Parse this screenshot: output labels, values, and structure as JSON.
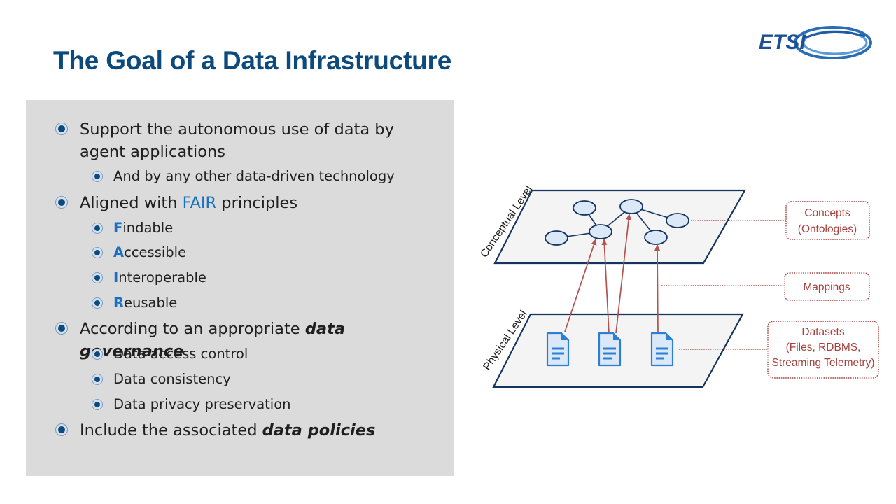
{
  "slide": {
    "title": "The Goal of a Data Infrastructure",
    "logo_text": "ETSI"
  },
  "bullets": {
    "b1_text": "Support the autonomous use of data by agent applications",
    "b1_sub1": "And by any other data-driven technology",
    "b2_before": "Aligned with ",
    "b2_highlight": "FAIR",
    "b2_after": " principles",
    "fair": [
      {
        "initial": "F",
        "rest": "indable"
      },
      {
        "initial": "A",
        "rest": "ccessible"
      },
      {
        "initial": "I",
        "rest": "nteroperable"
      },
      {
        "initial": "R",
        "rest": "eusable"
      }
    ],
    "b3_before": "According to an appropriate ",
    "b3_emph": "data governance",
    "b3_subs": [
      "Data access control",
      "Data consistency",
      "Data privacy preservation"
    ],
    "b4_before": "Include the associated ",
    "b4_emph": "data policies"
  },
  "diagram": {
    "conceptual_label": "Conceptual Level",
    "physical_label": "Physical Level",
    "concepts_line1": "Concepts",
    "concepts_line2": "(Ontologies)",
    "mappings": "Mappings",
    "datasets_line1": "Datasets",
    "datasets_line2": "(Files, RDBMS,",
    "datasets_line3": "Streaming Telemetry)"
  },
  "colors": {
    "title": "#0c4a7e",
    "highlight": "#1a6fc2",
    "panel": "#dbdbdb",
    "node_fill": "#dbe8f7",
    "arrow": "#b3524f",
    "label_text": "#a8403d"
  }
}
